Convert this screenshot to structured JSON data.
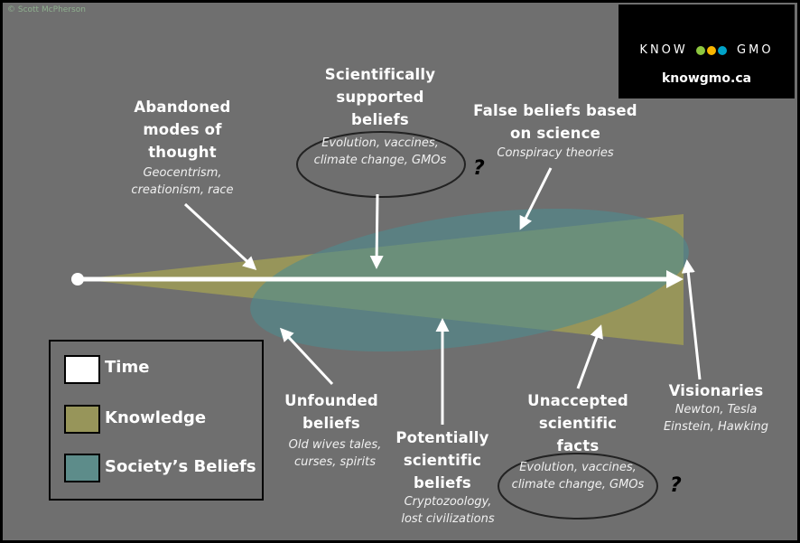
{
  "copyright": "© Scott McPherson",
  "logo": {
    "word_left": "KNOW",
    "word_right": "GMO",
    "url": "knowgmo.ca",
    "dot_colors": [
      "#8dc63f",
      "#f7b500",
      "#00a3c9"
    ]
  },
  "colors": {
    "background": "#6f6f6f",
    "knowledge": "#97955a",
    "beliefs": "#5d8c8a",
    "time": "#ffffff"
  },
  "labels": {
    "abandoned": {
      "title": [
        "Abandoned",
        "modes of",
        "thought"
      ],
      "sub": [
        "Geocentrism,",
        "creationism, race"
      ]
    },
    "supported": {
      "title": [
        "Scientifically",
        "supported",
        "beliefs"
      ],
      "sub": [
        "Evolution, vaccines,",
        "climate change, GMOs"
      ]
    },
    "false_beliefs": {
      "title": [
        "False beliefs based",
        "on science"
      ],
      "sub": [
        "Conspiracy theories"
      ]
    },
    "unfounded": {
      "title": [
        "Unfounded",
        "beliefs"
      ],
      "sub": [
        "Old wives tales,",
        "curses, spirits"
      ]
    },
    "potential": {
      "title": [
        "Potentially",
        "scientific",
        "beliefs"
      ],
      "sub": [
        "Cryptozoology,",
        "lost civilizations"
      ]
    },
    "unaccepted": {
      "title": [
        "Unaccepted",
        "scientific",
        "facts"
      ],
      "sub": [
        "Evolution, vaccines,",
        "climate change, GMOs"
      ]
    },
    "visionaries": {
      "title": [
        "Visionaries"
      ],
      "sub": [
        "Newton, Tesla",
        "Einstein, Hawking"
      ]
    }
  },
  "question_mark": "?",
  "legend": [
    {
      "label": "Time"
    },
    {
      "label": "Knowledge"
    },
    {
      "label": "Society’s Beliefs"
    }
  ]
}
